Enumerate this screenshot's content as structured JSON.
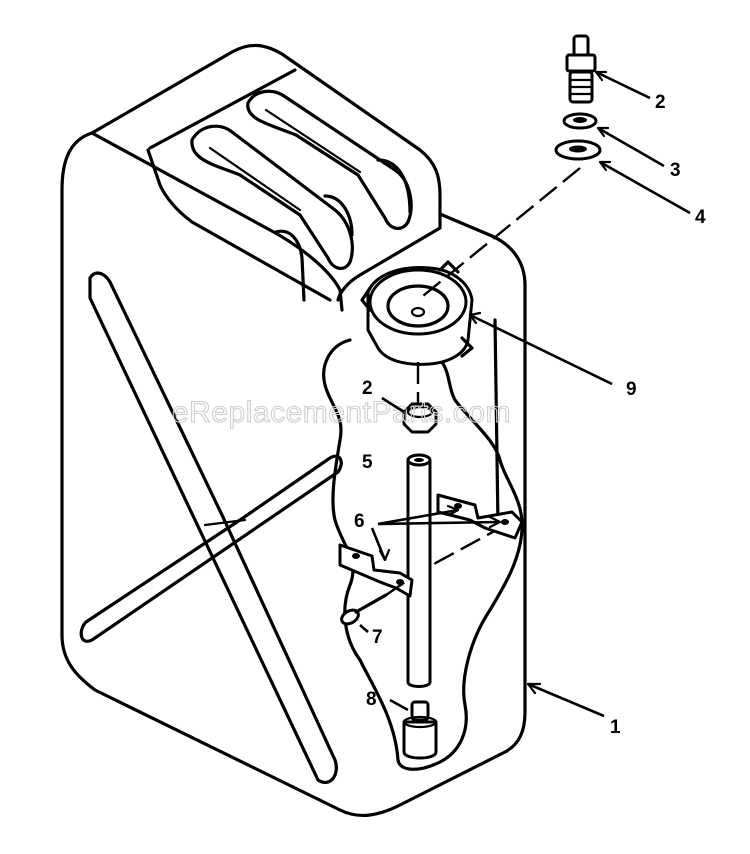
{
  "watermark": "eReplacementParts.com",
  "callouts": [
    {
      "id": "c2a",
      "label": "2"
    },
    {
      "id": "c3",
      "label": "3"
    },
    {
      "id": "c4",
      "label": "4"
    },
    {
      "id": "c9",
      "label": "9"
    },
    {
      "id": "c2b",
      "label": "2"
    },
    {
      "id": "c5",
      "label": "5"
    },
    {
      "id": "c6",
      "label": "6"
    },
    {
      "id": "c7",
      "label": "7"
    },
    {
      "id": "c8",
      "label": "8"
    },
    {
      "id": "c1",
      "label": "1"
    }
  ]
}
